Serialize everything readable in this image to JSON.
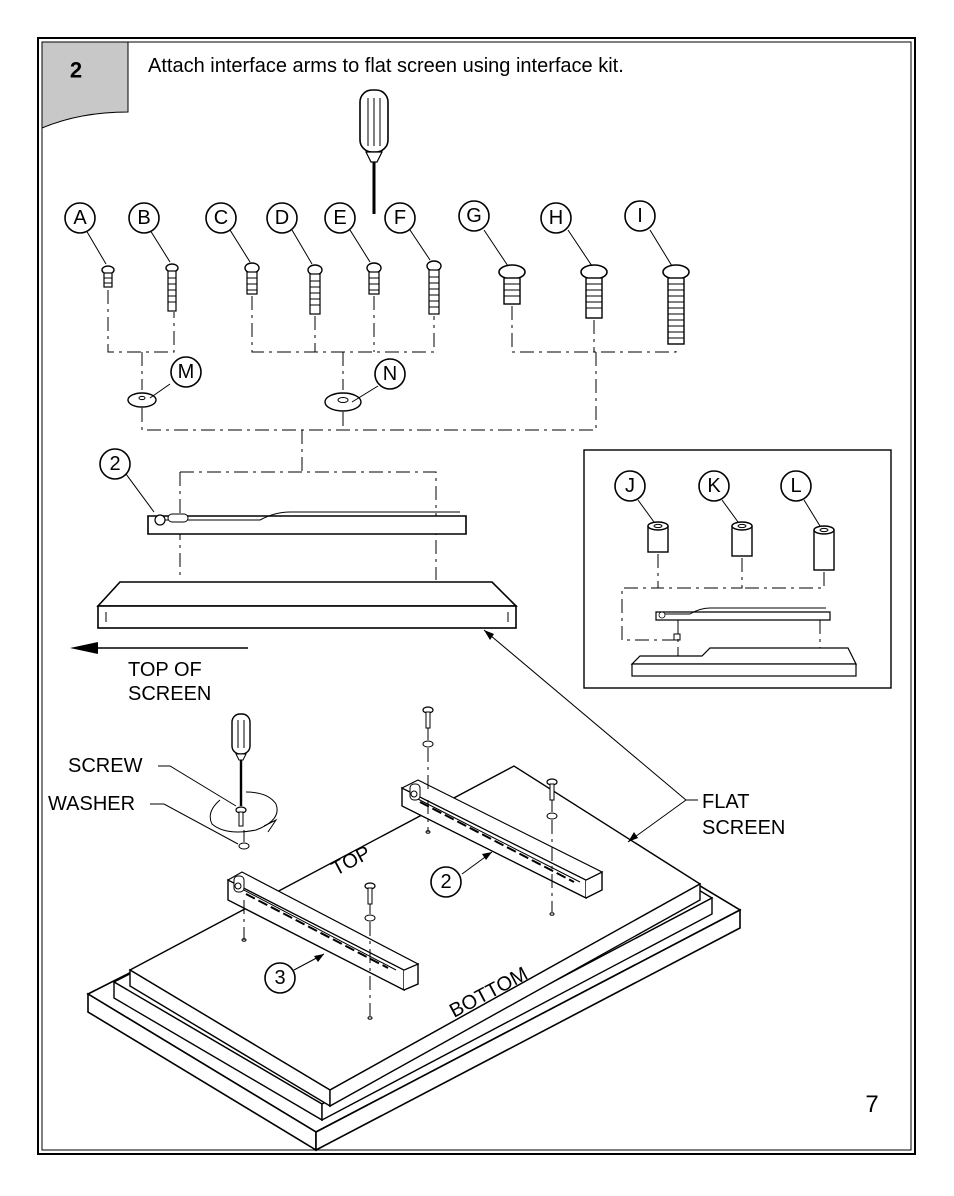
{
  "step": {
    "number": "2",
    "instruction": "Attach interface arms to flat screen using interface kit."
  },
  "hardware_labels": {
    "screws": [
      "A",
      "B",
      "C",
      "D",
      "E",
      "F",
      "G",
      "H",
      "I"
    ],
    "washers": [
      "M",
      "N"
    ],
    "spacers": [
      "J",
      "K",
      "L"
    ]
  },
  "callouts": {
    "arm_top": "2",
    "arm_assembly_upper": "2",
    "arm_assembly_lower": "3"
  },
  "direction": {
    "line1": "TOP OF",
    "line2": "SCREEN"
  },
  "labels": {
    "screw": "SCREW",
    "washer": "WASHER",
    "flat_screen_line1": "FLAT",
    "flat_screen_line2": "SCREEN",
    "top": "TOP",
    "bottom": "BOTTOM"
  },
  "page_number": "7"
}
